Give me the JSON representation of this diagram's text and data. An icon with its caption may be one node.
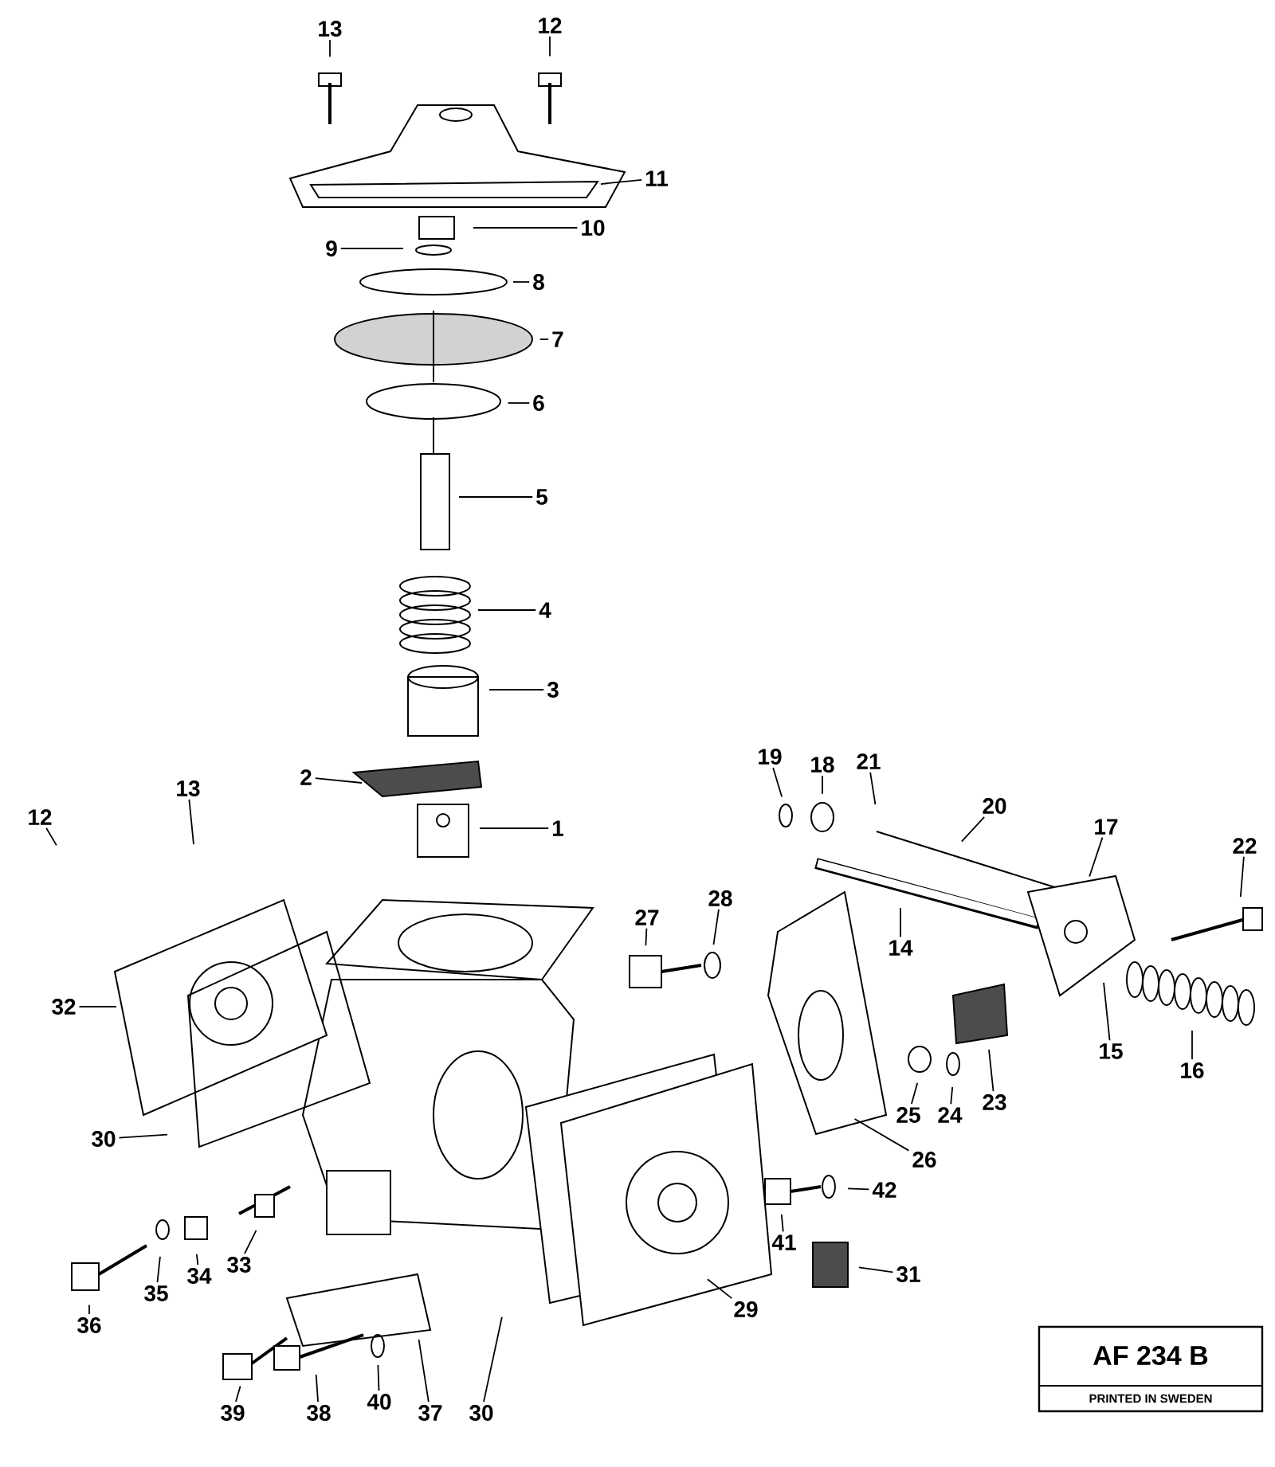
{
  "diagram": {
    "nodes": [
      {
        "text": [
          "13"
        ]
      },
      {
        "text": [
          "12"
        ]
      },
      {
        "text": [
          "11"
        ]
      },
      {
        "text": [
          "10"
        ]
      },
      {
        "text": [
          "9"
        ]
      },
      {
        "text": [
          "8"
        ]
      },
      {
        "text": [
          "7"
        ]
      },
      {
        "text": [
          "6"
        ]
      },
      {
        "text": [
          "5"
        ]
      },
      {
        "text": [
          "4"
        ]
      },
      {
        "text": [
          "3"
        ]
      },
      {
        "text": [
          "2"
        ]
      },
      {
        "text": [
          "1"
        ]
      },
      {
        "text": [
          "19"
        ]
      },
      {
        "text": [
          "18"
        ]
      },
      {
        "text": [
          "21"
        ]
      },
      {
        "text": [
          "20"
        ]
      },
      {
        "text": [
          "17"
        ]
      },
      {
        "text": [
          "22"
        ]
      },
      {
        "text": [
          "12"
        ]
      },
      {
        "text": [
          "13"
        ]
      },
      {
        "text": [
          "27"
        ]
      },
      {
        "text": [
          "28"
        ]
      },
      {
        "text": [
          "14"
        ]
      },
      {
        "text": [
          "32"
        ]
      },
      {
        "text": [
          "15"
        ]
      },
      {
        "text": [
          "16"
        ]
      },
      {
        "text": [
          "25"
        ]
      },
      {
        "text": [
          "24"
        ]
      },
      {
        "text": [
          "23"
        ]
      },
      {
        "text": [
          "26"
        ]
      },
      {
        "text": [
          "30"
        ]
      },
      {
        "text": [
          "42"
        ]
      },
      {
        "text": [
          "41"
        ]
      },
      {
        "text": [
          "36"
        ]
      },
      {
        "text": [
          "35"
        ]
      },
      {
        "text": [
          "33"
        ]
      },
      {
        "text": [
          "34"
        ]
      },
      {
        "text": [
          "31"
        ]
      },
      {
        "text": [
          "29"
        ]
      },
      {
        "text": [
          "39"
        ]
      },
      {
        "text": [
          "38"
        ]
      },
      {
        "text": [
          "40"
        ]
      },
      {
        "text": [
          "37"
        ]
      },
      {
        "text": [
          "30"
        ]
      }
    ],
    "edges": [
      {
        "from": 0,
        "to": null,
        "arrow": "none"
      },
      {
        "from": 1,
        "to": null,
        "arrow": "none"
      },
      {
        "from": 2,
        "to": null,
        "arrow": "none"
      },
      {
        "from": 3,
        "to": null,
        "arrow": "none"
      },
      {
        "from": 4,
        "to": null,
        "arrow": "none"
      },
      {
        "from": 5,
        "to": null,
        "arrow": "none"
      },
      {
        "from": 6,
        "to": null,
        "arrow": "none"
      },
      {
        "from": 7,
        "to": null,
        "arrow": "none"
      },
      {
        "from": 8,
        "to": null,
        "arrow": "none"
      },
      {
        "from": 9,
        "to": null,
        "arrow": "none"
      },
      {
        "from": 10,
        "to": null,
        "arrow": "none"
      },
      {
        "from": 11,
        "to": null,
        "arrow": "none"
      },
      {
        "from": 12,
        "to": null,
        "arrow": "none"
      },
      {
        "from": 13,
        "to": null,
        "arrow": "none"
      },
      {
        "from": 14,
        "to": null,
        "arrow": "none"
      },
      {
        "from": 15,
        "to": null,
        "arrow": "none"
      },
      {
        "from": 16,
        "to": null,
        "arrow": "none"
      },
      {
        "from": 17,
        "to": null,
        "arrow": "none"
      },
      {
        "from": 18,
        "to": null,
        "arrow": "none"
      },
      {
        "from": 19,
        "to": null,
        "arrow": "none"
      },
      {
        "from": 20,
        "to": null,
        "arrow": "none"
      },
      {
        "from": 21,
        "to": null,
        "arrow": "none"
      },
      {
        "from": 22,
        "to": null,
        "arrow": "none"
      },
      {
        "from": 23,
        "to": null,
        "arrow": "none"
      },
      {
        "from": 24,
        "to": null,
        "arrow": "none"
      },
      {
        "from": 25,
        "to": null,
        "arrow": "none"
      },
      {
        "from": 26,
        "to": null,
        "arrow": "none"
      },
      {
        "from": 27,
        "to": null,
        "arrow": "none"
      },
      {
        "from": 28,
        "to": null,
        "arrow": "none"
      },
      {
        "from": 29,
        "to": null,
        "arrow": "none"
      },
      {
        "from": 30,
        "to": null,
        "arrow": "none"
      },
      {
        "from": 31,
        "to": null,
        "arrow": "none"
      },
      {
        "from": 32,
        "to": null,
        "arrow": "none"
      },
      {
        "from": 33,
        "to": null,
        "arrow": "none"
      },
      {
        "from": 34,
        "to": null,
        "arrow": "none"
      },
      {
        "from": 35,
        "to": null,
        "arrow": "none"
      },
      {
        "from": 36,
        "to": null,
        "arrow": "none"
      },
      {
        "from": 37,
        "to": null,
        "arrow": "none"
      },
      {
        "from": 38,
        "to": null,
        "arrow": "none"
      },
      {
        "from": 39,
        "to": null,
        "arrow": "none"
      },
      {
        "from": 40,
        "to": null,
        "arrow": "none"
      },
      {
        "from": 41,
        "to": null,
        "arrow": "none"
      },
      {
        "from": 42,
        "to": null,
        "arrow": "none"
      },
      {
        "from": 43,
        "to": null,
        "arrow": "none"
      },
      {
        "from": 44,
        "to": null,
        "arrow": "none"
      }
    ],
    "labels": [
      "AF 234 B",
      "PRINTED IN SWEDEN"
    ]
  }
}
